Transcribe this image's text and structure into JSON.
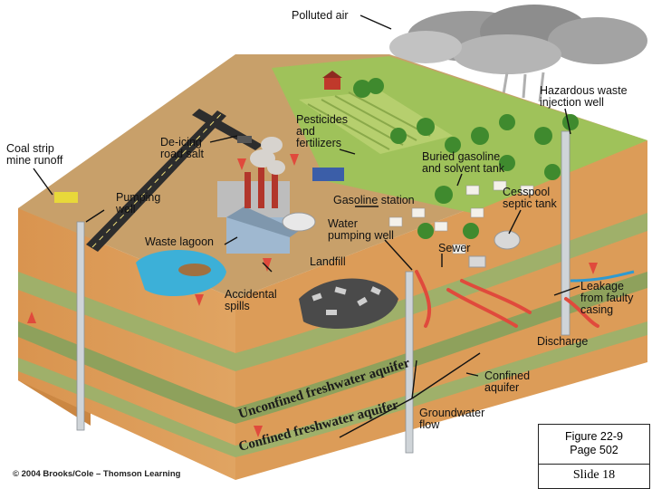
{
  "labels": {
    "polluted_air": "Polluted air",
    "hazardous_waste": "Hazardous waste\ninjection well",
    "pesticides": "Pesticides\nand\nfertilizers",
    "deicing": "De-icing\nroad salt",
    "coal_strip": "Coal strip\nmine runoff",
    "buried_gasoline": "Buried gasoline\nand solvent tank",
    "cesspool": "Cesspool\nseptic tank",
    "pumping_well": "Pumping\nwell",
    "gasoline_station": "Gasoline station",
    "water_pumping_well": "Water\npumping well",
    "waste_lagoon": "Waste lagoon",
    "sewer": "Sewer",
    "landfill": "Landfill",
    "leakage": "Leakage\nfrom faulty\ncasing",
    "accidental_spills": "Accidental\nspills",
    "discharge": "Discharge",
    "confined_aquifer": "Confined\naquifer",
    "groundwater_flow": "Groundwater\nflow"
  },
  "aquifer_labels": {
    "unconfined_freshwater_aquifer": "Unconfined freshwater aquifer",
    "confined_freshwater_aquifer": "Confined freshwater aquifer"
  },
  "figure_ref": {
    "line1": "Figure 22-9",
    "line2": "Page 502"
  },
  "slide": "Slide 18",
  "copyright": "© 2004 Brooks/Cole – Thomson Learning",
  "colors": {
    "topsoil": "#d89a55",
    "aquifer_green": "#9fb06a",
    "water": "#3cb0d8",
    "grass": "#9fc25a",
    "arrow_red": "#e04a3c"
  }
}
